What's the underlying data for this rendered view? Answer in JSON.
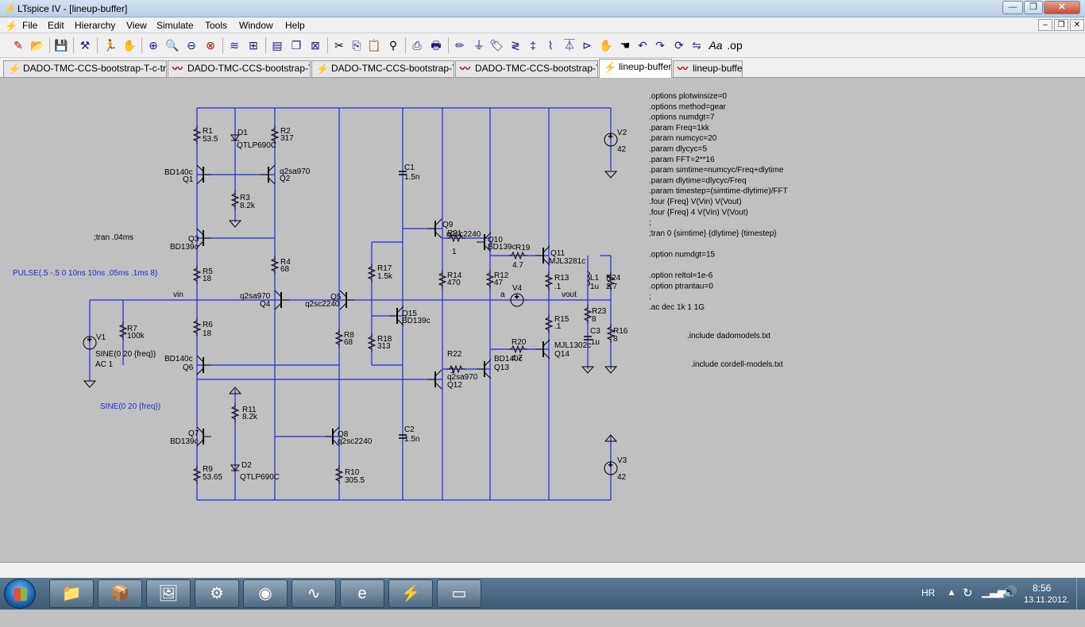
{
  "window": {
    "title": "LTspice IV - [lineup-buffer]",
    "btn_min": "—",
    "btn_max": "❐",
    "btn_close": "✕"
  },
  "menu": {
    "items": [
      "File",
      "Edit",
      "Hierarchy",
      "View",
      "Simulate",
      "Tools",
      "Window",
      "Help"
    ],
    "mdi_min": "–",
    "mdi_restore": "❐",
    "mdi_close": "✕"
  },
  "tabs": [
    {
      "label": "DADO-TMC-CCS-bootstrap-T-c-triple",
      "kind": "schematic"
    },
    {
      "label": "DADO-TMC-CCS-bootstrap-T-d",
      "kind": "waveform"
    },
    {
      "label": "DADO-TMC-CCS-bootstrap-T-d",
      "kind": "schematic"
    },
    {
      "label": "DADO-TMC-CCS-bootstrap-T-d",
      "kind": "waveform"
    },
    {
      "label": "lineup-buffer",
      "kind": "schematic",
      "active": true
    },
    {
      "label": "lineup-buffer",
      "kind": "waveform"
    }
  ],
  "directives": [
    ".options plotwinsize=0",
    ".options method=gear",
    ".options numdgt=7",
    ".param Freq=1kk",
    ".param numcyc=20",
    ".param dlycyc=5",
    ".param FFT=2**16",
    ".param simtime=numcyc/Freq+dlytime",
    ".param dlytime=dlycyc/Freq",
    ".param timestep=(simtime-dlytime)/FFT",
    ".four {Freq} V(Vin) V(Vout)",
    ".four {Freq} 4 V(Vin) V(Vout)",
    ";",
    ";tran 0 {simtime} {dlytime} {timestep}",
    "",
    ".option numdgt=15",
    "",
    ".option reltol=1e-6",
    ".option ptrantau=0",
    ";",
    ".ac dec 1k 1 1G"
  ],
  "includes": [
    ".include dadomodels.txt",
    ".include cordell-models.txt"
  ],
  "comments": {
    "tran": ";tran .04ms",
    "pulse": "PULSE(.5 -.5 0 10ns 10ns .05ms .1ms 8)",
    "sine": "SINE(0 20 {freq})"
  },
  "labels": [
    {
      "t": "R1"
    },
    {
      "t": "53.5"
    },
    {
      "t": "D1"
    },
    {
      "t": "QTLP690C"
    },
    {
      "t": "R2"
    },
    {
      "t": "317"
    },
    {
      "t": "BD140c"
    },
    {
      "t": "Q1"
    },
    {
      "t": "q2sa970"
    },
    {
      "t": "Q2"
    },
    {
      "t": "R3"
    },
    {
      "t": "8.2k"
    },
    {
      "t": "Q3"
    },
    {
      "t": "BD139c"
    },
    {
      "t": "R4"
    },
    {
      "t": "68"
    },
    {
      "t": "R5"
    },
    {
      "t": "18"
    },
    {
      "t": "vin"
    },
    {
      "t": "q2sa970"
    },
    {
      "t": "Q4"
    },
    {
      "t": "Q5"
    },
    {
      "t": "q2sc2240"
    },
    {
      "t": "V1"
    },
    {
      "t": "R7"
    },
    {
      "t": "100k"
    },
    {
      "t": "SINE(0 20 {freq})"
    },
    {
      "t": "AC 1"
    },
    {
      "t": "R6"
    },
    {
      "t": "18"
    },
    {
      "t": "R8"
    },
    {
      "t": "68"
    },
    {
      "t": "BD140c"
    },
    {
      "t": "Q6"
    },
    {
      "t": "R11"
    },
    {
      "t": "8.2k"
    },
    {
      "t": "Q7"
    },
    {
      "t": "BD139c"
    },
    {
      "t": "Q8"
    },
    {
      "t": "q2sc2240"
    },
    {
      "t": "D2"
    },
    {
      "t": "QTLP690C"
    },
    {
      "t": "R9"
    },
    {
      "t": "53.65"
    },
    {
      "t": "R10"
    },
    {
      "t": "305.5"
    },
    {
      "t": "C1"
    },
    {
      "t": "1.5n"
    },
    {
      "t": "C2"
    },
    {
      "t": "1.5n"
    },
    {
      "t": "R17"
    },
    {
      "t": "1.5k"
    },
    {
      "t": "Q15"
    },
    {
      "t": "BD139c"
    },
    {
      "t": "R18"
    },
    {
      "t": "313"
    },
    {
      "t": "Q9"
    },
    {
      "t": "q2sc2240"
    },
    {
      "t": "R21"
    },
    {
      "t": "1"
    },
    {
      "t": "R14"
    },
    {
      "t": "470"
    },
    {
      "t": "Q10"
    },
    {
      "t": "BD139c"
    },
    {
      "t": "R12"
    },
    {
      "t": "47"
    },
    {
      "t": "R19"
    },
    {
      "t": "4.7"
    },
    {
      "t": "Q11"
    },
    {
      "t": "MJL3281c"
    },
    {
      "t": "R13"
    },
    {
      "t": ".1"
    },
    {
      "t": "V4"
    },
    {
      "t": "a"
    },
    {
      "t": "vout"
    },
    {
      "t": "L1"
    },
    {
      "t": "1u"
    },
    {
      "t": "R24"
    },
    {
      "t": "2.7"
    },
    {
      "t": "R23"
    },
    {
      "t": "8"
    },
    {
      "t": "C3"
    },
    {
      "t": ".1u"
    },
    {
      "t": "R16"
    },
    {
      "t": "8"
    },
    {
      "t": "R15"
    },
    {
      "t": ".1"
    },
    {
      "t": "R20"
    },
    {
      "t": "4.7"
    },
    {
      "t": "MJL1302c"
    },
    {
      "t": "Q14"
    },
    {
      "t": "BD140c"
    },
    {
      "t": "Q13"
    },
    {
      "t": "R22"
    },
    {
      "t": "1"
    },
    {
      "t": "q2sa970"
    },
    {
      "t": "Q12"
    },
    {
      "t": "V2"
    },
    {
      "t": "42"
    },
    {
      "t": "V3"
    },
    {
      "t": "42"
    }
  ],
  "colors": {
    "wire": "#1e2bd6",
    "canvas": "#c0c0c0",
    "blue_text": "#1e2bd6"
  },
  "taskbar": {
    "items": [
      {
        "icon": "explorer-icon",
        "glyph": "📁"
      },
      {
        "icon": "installer-icon",
        "glyph": "📦"
      },
      {
        "icon": "media-icon",
        "glyph": "🖼"
      },
      {
        "icon": "lab-tool-icon",
        "glyph": "⚙"
      },
      {
        "icon": "trendmicro-icon",
        "glyph": "◉"
      },
      {
        "icon": "oscilloscope-icon",
        "glyph": "∿"
      },
      {
        "icon": "internet-explorer-icon",
        "glyph": "e"
      },
      {
        "icon": "ltspice-icon",
        "glyph": "⚡"
      },
      {
        "icon": "notepad-icon",
        "glyph": "▭"
      }
    ],
    "lang": "HR",
    "time": "8:56",
    "date": "13.11.2012."
  }
}
